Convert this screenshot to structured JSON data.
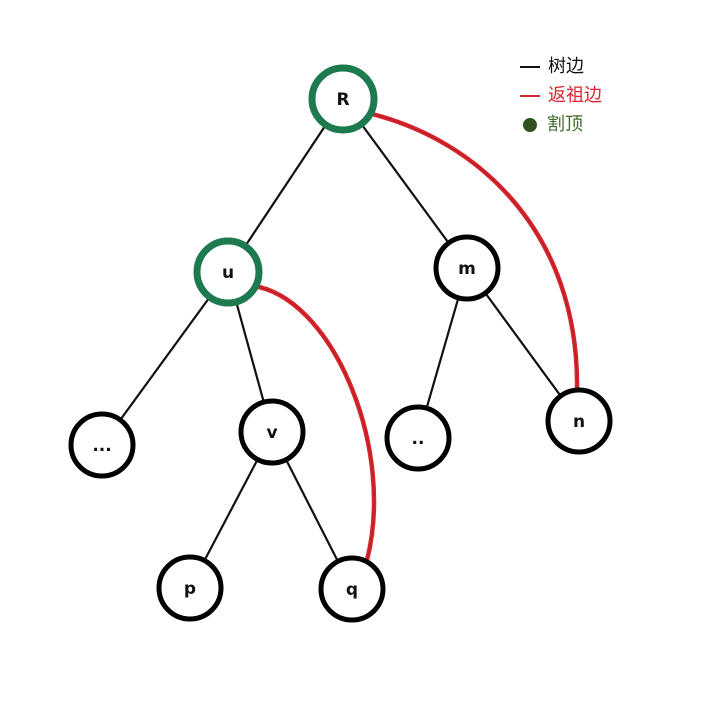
{
  "legend": {
    "tree_edge_label": "树边",
    "back_edge_label": "返祖边",
    "cut_vertex_label": "割顶"
  },
  "colors": {
    "tree_edge": "#111111",
    "back_edge": "#d9262e",
    "cut_vertex": "#1c7a4e",
    "cut_vertex_legend_dot": "#2e5320",
    "cut_vertex_legend_text": "#3f6a2c",
    "node_stroke": "#000000",
    "node_fill": "#ffffff"
  },
  "nodes": [
    {
      "id": "R",
      "label": "R",
      "cut_vertex": true
    },
    {
      "id": "u",
      "label": "u",
      "cut_vertex": true
    },
    {
      "id": "m",
      "label": "m",
      "cut_vertex": false
    },
    {
      "id": "left_ellipsis",
      "label": "...",
      "cut_vertex": false
    },
    {
      "id": "v",
      "label": "v",
      "cut_vertex": false
    },
    {
      "id": "mid_ellipsis",
      "label": "..",
      "cut_vertex": false
    },
    {
      "id": "n",
      "label": "n",
      "cut_vertex": false
    },
    {
      "id": "p",
      "label": "p",
      "cut_vertex": false
    },
    {
      "id": "q",
      "label": "q",
      "cut_vertex": false
    }
  ],
  "tree_edges": [
    {
      "from": "R",
      "to": "u"
    },
    {
      "from": "R",
      "to": "m"
    },
    {
      "from": "u",
      "to": "left_ellipsis"
    },
    {
      "from": "u",
      "to": "v"
    },
    {
      "from": "v",
      "to": "p"
    },
    {
      "from": "v",
      "to": "q"
    },
    {
      "from": "m",
      "to": "mid_ellipsis"
    },
    {
      "from": "m",
      "to": "n"
    }
  ],
  "back_edges": [
    {
      "from": "R",
      "to": "n"
    },
    {
      "from": "u",
      "to": "q"
    }
  ]
}
